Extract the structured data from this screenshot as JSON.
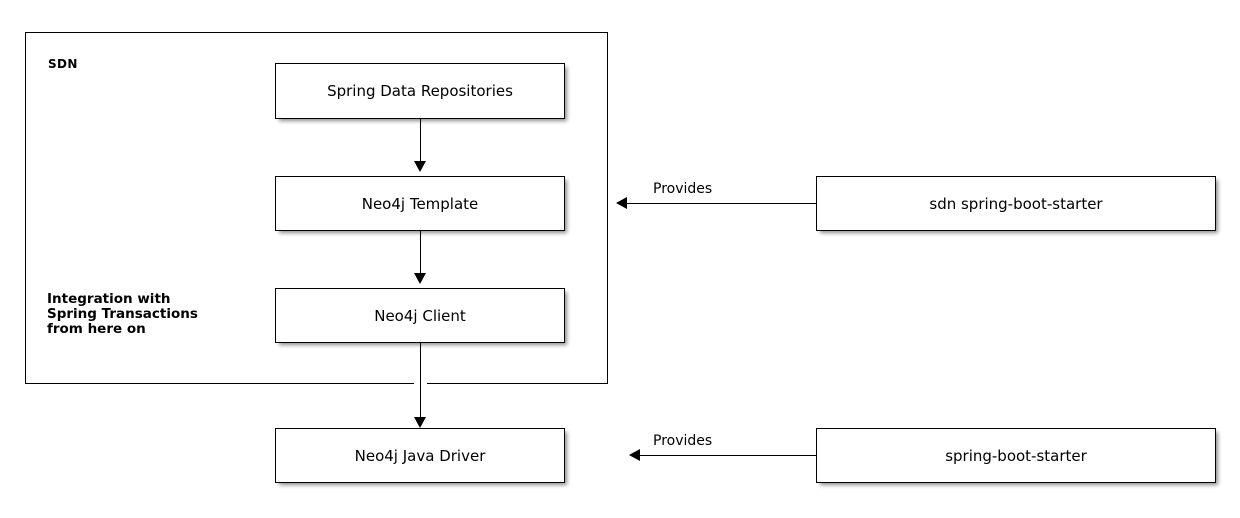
{
  "diagram": {
    "type": "architecture-block-diagram",
    "background_color": "#ffffff",
    "line_color": "#000000",
    "box_fill_color": "#ffffff"
  },
  "package": {
    "label": "SDN"
  },
  "note": {
    "line1": "Integration with",
    "line2": "Spring Transactions",
    "line3": "from here on"
  },
  "nodes": {
    "spring_data_repositories": {
      "label": "Spring Data Repositories"
    },
    "neo4j_template": {
      "label": "Neo4j Template"
    },
    "neo4j_client": {
      "label": "Neo4j Client"
    },
    "neo4j_java_driver": {
      "label": "Neo4j Java Driver"
    },
    "sdn_spring_boot_starter": {
      "label": "sdn spring-boot-starter"
    },
    "spring_boot_starter": {
      "label": "spring-boot-starter"
    }
  },
  "edges": {
    "repositories_to_template": {
      "label": ""
    },
    "template_to_client": {
      "label": ""
    },
    "client_to_driver": {
      "label": ""
    },
    "sdn_starter_provides": {
      "label": "Provides"
    },
    "boot_starter_provides": {
      "label": "Provides"
    }
  }
}
